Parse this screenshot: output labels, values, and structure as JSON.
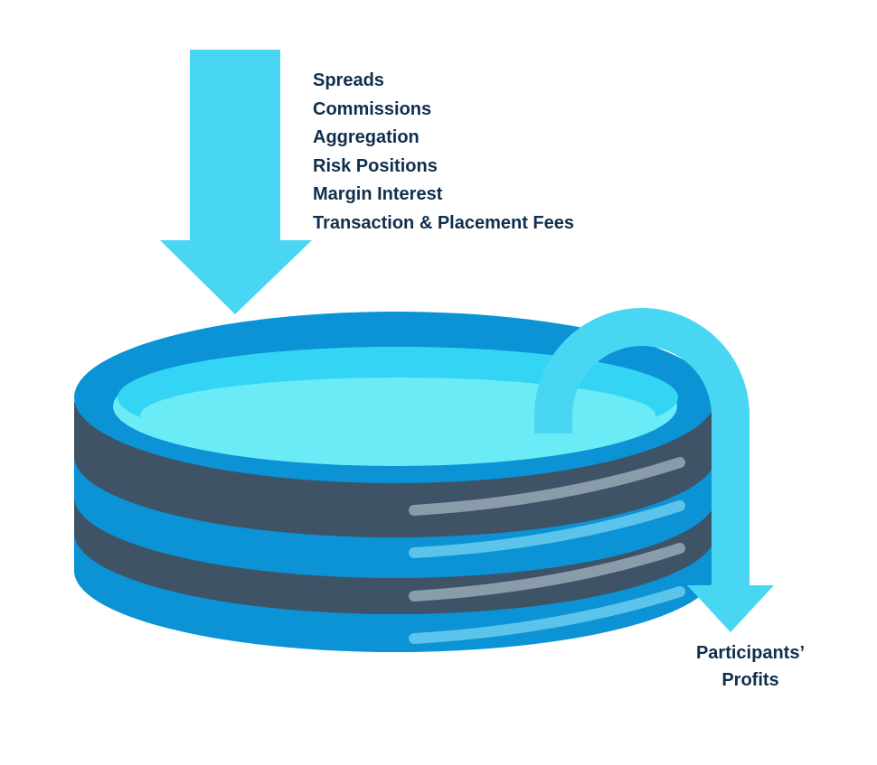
{
  "inflow": {
    "items": [
      "Spreads",
      "Commissions",
      "Aggregation",
      "Risk Positions",
      "Margin Interest",
      "Transaction & Placement Fees"
    ]
  },
  "outflow": {
    "line1": "Participants’",
    "line2": "Profits"
  },
  "colors": {
    "arrow": "#48d6f3",
    "pool_blue": "#0b93d6",
    "pool_dark": "#3e5366",
    "water_light": "#6aebf6",
    "water_surface": "#34d5f4",
    "highlight_gray": "#8a9ba9",
    "highlight_blue": "#5cc3ea",
    "text": "#0f2f4d"
  }
}
